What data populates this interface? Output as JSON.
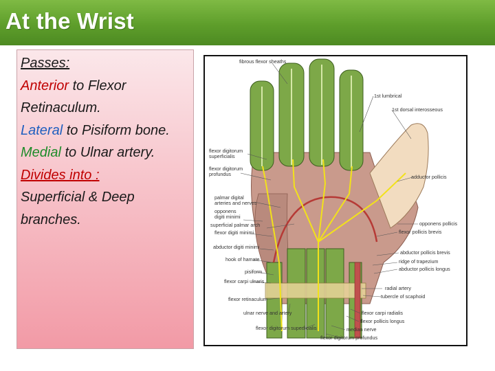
{
  "slide": {
    "title": "At the Wrist",
    "colors": {
      "title_bar": "#5e9e2b",
      "anterior": "#c00000",
      "lateral": "#1f5fbf",
      "medial": "#1e8c2a",
      "divides": "#c00000"
    },
    "bullets": {
      "heading": "Passes:",
      "line1_key": "Anterior",
      "line1_rest": " to Flexor Retinaculum.",
      "line2_key": "Lateral",
      "line2_rest": " to Pisiform bone.",
      "line3_key": "Medial",
      "line3_rest": " to Ulnar artery.",
      "line4_key": "Divides into",
      "line4_rest": " :",
      "line5": "Superficial & Deep branches."
    }
  },
  "figure": {
    "labels": {
      "fibrous_flexor_sheaths": "fibrous flexor sheaths",
      "first_lumbrical": "1st lumbrical",
      "first_dorsal_interosseous": "1st dorsal interosseous",
      "fds": "flexor digitorum\nsuperficialis",
      "fdp": "flexor digitorum\nprofundus",
      "palmar_digital": "palmar digital\narteries and nerves",
      "opponens_dm": "opponens\ndigiti minimi",
      "superficial_palmar_arch": "superficial palmar arch",
      "fdm": "flexor digiti minimi",
      "adm": "abductor digiti minimi",
      "hook_hamate": "hook of hamate",
      "pisiform": "pisiform",
      "fcu": "flexor carpi ulnaris",
      "flexor_retinaculum": "flexor retinaculum",
      "ulnar_nerve_artery": "ulnar nerve and artery",
      "fds_bottom": "flexor digitorum superficialis",
      "fdp_bottom": "flexor digitorum profundus",
      "adductor_pollicis": "adductor pollicis",
      "opponens_pollicis": "opponens pollicis",
      "fpb": "flexor pollicis brevis",
      "apb": "abductor pollicis brevis",
      "ridge_trapezium": "ridge of trapezium",
      "apl": "abductor pollicis longus",
      "radial_artery": "radial artery",
      "tubercle_scaphoid": "tubercle of scaphoid",
      "fcr": "flexor carpi radialis",
      "fpl": "flexor pollicis longus",
      "median_nerve": "median nerve"
    }
  }
}
